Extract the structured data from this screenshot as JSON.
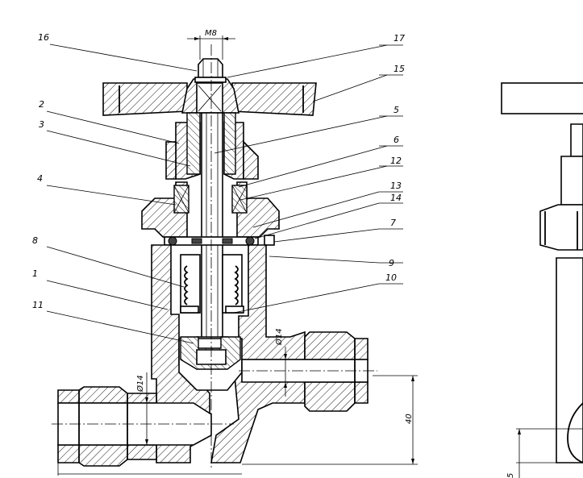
{
  "dimensions": {
    "thread": "M8",
    "outlet_diameter": "Ø14",
    "inlet_diameter": "Ø14",
    "height": "40",
    "side_partial": "5"
  },
  "callouts": [
    {
      "id": "16",
      "text": "16"
    },
    {
      "id": "17",
      "text": "17"
    },
    {
      "id": "15",
      "text": "15"
    },
    {
      "id": "2",
      "text": "2"
    },
    {
      "id": "3",
      "text": "3"
    },
    {
      "id": "5",
      "text": "5"
    },
    {
      "id": "6",
      "text": "6"
    },
    {
      "id": "12",
      "text": "12"
    },
    {
      "id": "4",
      "text": "4"
    },
    {
      "id": "13",
      "text": "13"
    },
    {
      "id": "14",
      "text": "14"
    },
    {
      "id": "7",
      "text": "7"
    },
    {
      "id": "8",
      "text": "8"
    },
    {
      "id": "9",
      "text": "9"
    },
    {
      "id": "1",
      "text": "1"
    },
    {
      "id": "10",
      "text": "10"
    },
    {
      "id": "11",
      "text": "11"
    }
  ]
}
